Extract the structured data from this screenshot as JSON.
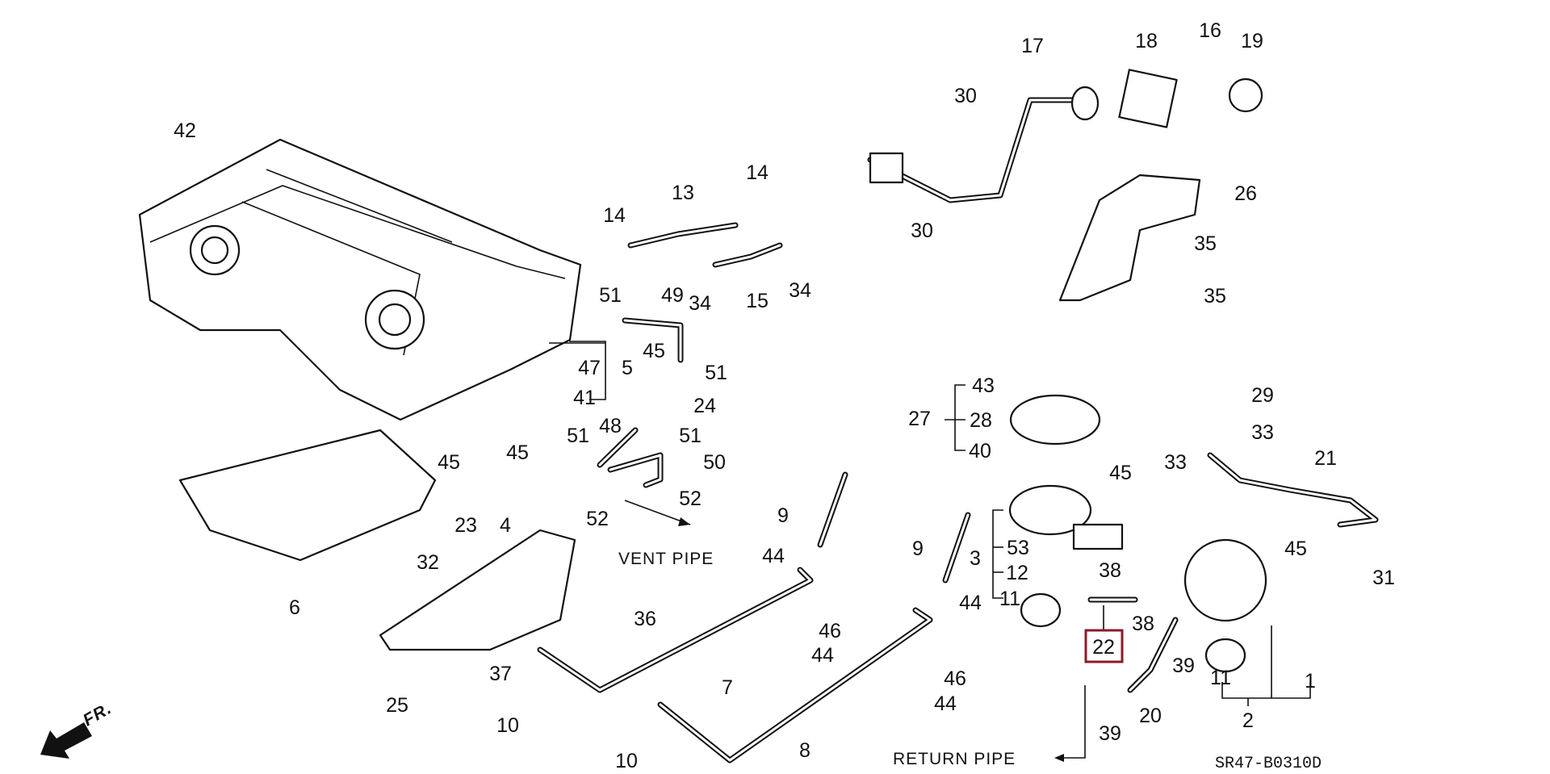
{
  "callouts": [
    "42",
    "17",
    "18",
    "16",
    "19",
    "30",
    "30",
    "26",
    "35",
    "35",
    "14",
    "13",
    "14",
    "51",
    "49",
    "34",
    "15",
    "34",
    "47",
    "5",
    "45",
    "51",
    "41",
    "24",
    "51",
    "48",
    "51",
    "50",
    "45",
    "45",
    "23",
    "4",
    "52",
    "52",
    "9",
    "44",
    "32",
    "36",
    "6",
    "25",
    "37",
    "7",
    "46",
    "44",
    "10",
    "10",
    "8",
    "46",
    "44",
    "9",
    "44",
    "3",
    "53",
    "12",
    "11",
    "38",
    "38",
    "39",
    "11",
    "1",
    "2",
    "20",
    "39",
    "27",
    "43",
    "28",
    "40",
    "45",
    "29",
    "33",
    "33",
    "21",
    "45",
    "31"
  ],
  "highlighted_callout": "22",
  "highlight_color": "#8b1a2b",
  "annotations": {
    "vent_pipe": "VENT PIPE",
    "return_pipe": "RETURN PIPE",
    "front_arrow": "FR.",
    "diagram_code": "SR47-B0310D"
  }
}
